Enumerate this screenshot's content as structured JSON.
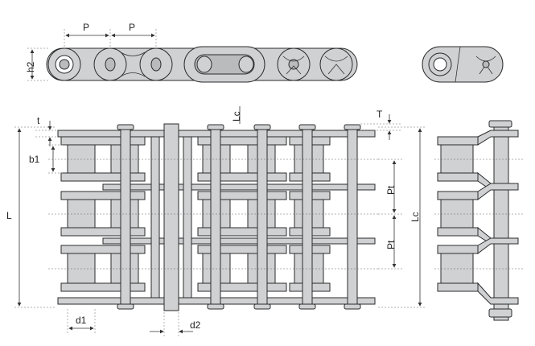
{
  "labels": {
    "pitch_1": "P",
    "pitch_2": "P",
    "plate_height": "h2",
    "plate_thickness": "t",
    "inner_width": "b1",
    "overall_length": "L",
    "connecting_pin_length": "Lc",
    "cotter_pin_length": "Lc",
    "transverse_pitch_1": "Pt",
    "transverse_pitch_2": "Pt",
    "pin_extension": "T",
    "roller_diameter": "d1",
    "pin_diameter": "d2"
  },
  "colors": {
    "part_fill": "#cfd1d3",
    "outline": "#2b2b2b"
  }
}
